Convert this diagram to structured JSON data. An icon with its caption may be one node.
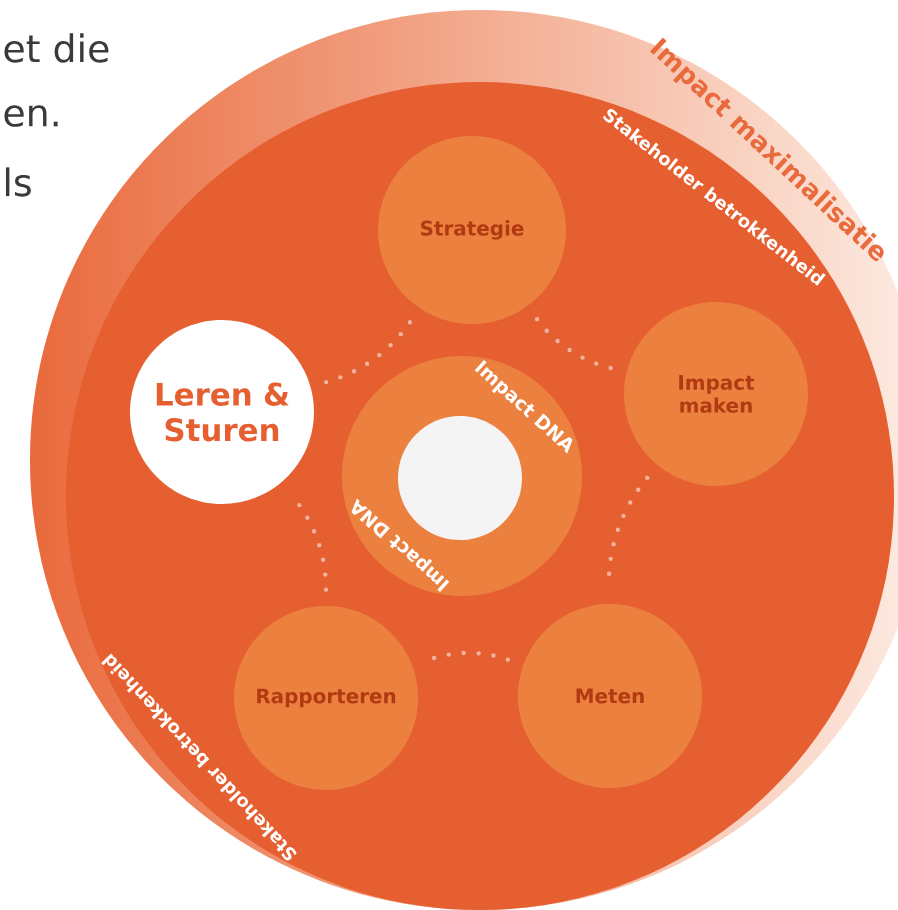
{
  "diagram": {
    "nodes": [
      {
        "text": [
          "Impact maximalisatie"
        ]
      },
      {
        "text": [
          "Stakeholder betrokkenheid",
          "Stakeholder betrokkenheid"
        ]
      },
      {
        "text": [
          "Strategie"
        ],
        "in": 1
      },
      {
        "text": [
          "Leren & Sturen"
        ],
        "in": 1
      },
      {
        "text": [
          "Impact maken"
        ],
        "in": 1
      },
      {
        "text": [
          "Impact DNA",
          "Impact DNA"
        ],
        "in": 1
      },
      {
        "text": [],
        "shape": "circle",
        "in": 5
      },
      {
        "text": [
          "Rapporteren"
        ],
        "in": 1
      },
      {
        "text": [
          "Meten"
        ],
        "in": 1
      }
    ],
    "edges": [
      {
        "from": 2,
        "to": 4,
        "arrow": "none",
        "style": "dashed"
      },
      {
        "from": 4,
        "to": 8,
        "arrow": "none",
        "style": "dashed"
      },
      {
        "from": 8,
        "to": 7,
        "arrow": "none",
        "style": "dashed"
      },
      {
        "from": 7,
        "to": 3,
        "arrow": "none",
        "style": "dashed"
      },
      {
        "from": 3,
        "to": 2,
        "arrow": "none",
        "style": "dashed"
      }
    ],
    "labels": [
      "et die",
      "en.",
      "ls"
    ]
  }
}
